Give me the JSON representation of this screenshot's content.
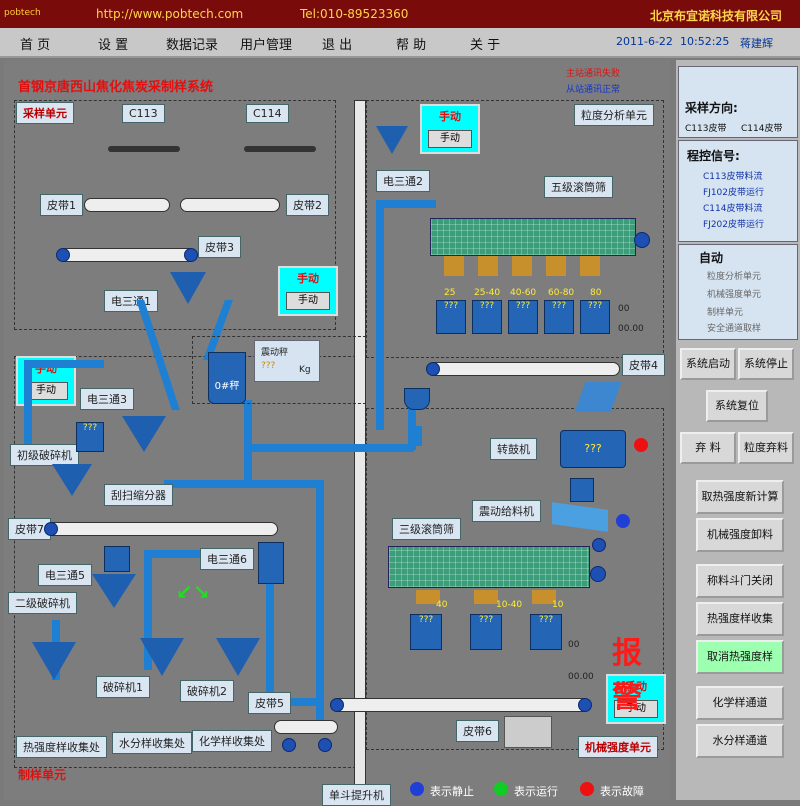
{
  "header": {
    "logo": "pobtech",
    "url": "http://www.pobtech.com",
    "tel": "Tel:010-89523360",
    "company": "北京布宜诺科技有限公司"
  },
  "menu": {
    "items": [
      "首 页",
      "设 置",
      "数据记录",
      "用户管理",
      "退 出",
      "帮 助",
      "关 于"
    ],
    "date": "2011-6-22",
    "time": "10:52:25",
    "user": "蒋建辉"
  },
  "main": {
    "title": "首钢京唐西山焦化焦炭采制样系统",
    "status_master": "主站通讯失败",
    "status_slave": "从站通讯正常",
    "sampling_unit": "采样单元",
    "sample_prep_unit": "制样单元",
    "size_analysis_unit": "粒度分析单元",
    "mech_strength_unit": "机械强度单元",
    "alarm": "报警"
  },
  "labels": {
    "c113": "C113",
    "c114": "C114",
    "belt1": "皮带1",
    "belt2": "皮带2",
    "belt3": "皮带3",
    "belt4": "皮带4",
    "belt5": "皮带5",
    "belt6": "皮带6",
    "belt7": "皮带7",
    "etee1": "电三通1",
    "etee2": "电三通2",
    "etee3": "电三通3",
    "etee5": "电三通5",
    "etee6": "电三通6",
    "screen5": "五级滚筒筛",
    "screen3": "三级滚筒筛",
    "primary_crusher": "初级破碎机",
    "secondary_crusher": "二级破碎机",
    "crusher1": "破碎机1",
    "crusher2": "破碎机2",
    "divider": "刮扫缩分器",
    "drum": "转鼓机",
    "vib_feeder": "震动给料机",
    "vib_weigher": "震动秤",
    "weigher_val": "???",
    "weigher_unit": "Kg",
    "bin0": "0#秤",
    "hot_collect": "热强度样收集处",
    "water_collect": "水分样收集处",
    "chem_collect": "化学样收集处",
    "stack_elevator": "单斗提升机",
    "q": "???",
    "size_labels": [
      "25",
      "25-40",
      "40-60",
      "60-80",
      "80"
    ],
    "size_labels2": [
      "40",
      "10-40",
      "10"
    ],
    "zero": "00",
    "zero2": "00.00"
  },
  "manual": {
    "title": "手动",
    "button": "手动"
  },
  "side": {
    "direction_title": "采样方向:",
    "dir_c113": "C113皮带",
    "dir_c114": "C114皮带",
    "control_title": "程控信号:",
    "signals": [
      "C113皮带料流",
      "FJ102皮带运行",
      "C114皮带料流",
      "FJ202皮带运行"
    ],
    "auto_title": "自动",
    "auto_items": [
      "粒度分析单元",
      "机械强度单元",
      "制样单元",
      "安全通道取样"
    ],
    "btn_start": "系统启动",
    "btn_stop": "系统停止",
    "btn_reset": "系统复位",
    "btn_discard": "弃 料",
    "btn_size_discard": "粒度弃料",
    "btn_rotation": "取热强度新计算",
    "btn_mech_unload": "机械强度卸料",
    "btn_scale_door": "称料斗门关闭",
    "btn_hot_collect": "热强度样收集",
    "btn_cancel_hot": "取消热强度样",
    "btn_chem_channel": "化学样通道",
    "btn_water_channel": "水分样通道"
  },
  "legend": {
    "stop": "表示静止",
    "run": "表示运行",
    "fault": "表示故障"
  },
  "colors": {
    "header": "#7a0b0b",
    "pipe": "#1f7fd3",
    "alarm": "#ff1a1a",
    "stop": "#1f3fd6",
    "run": "#11cc22",
    "fault": "#ee1111"
  }
}
